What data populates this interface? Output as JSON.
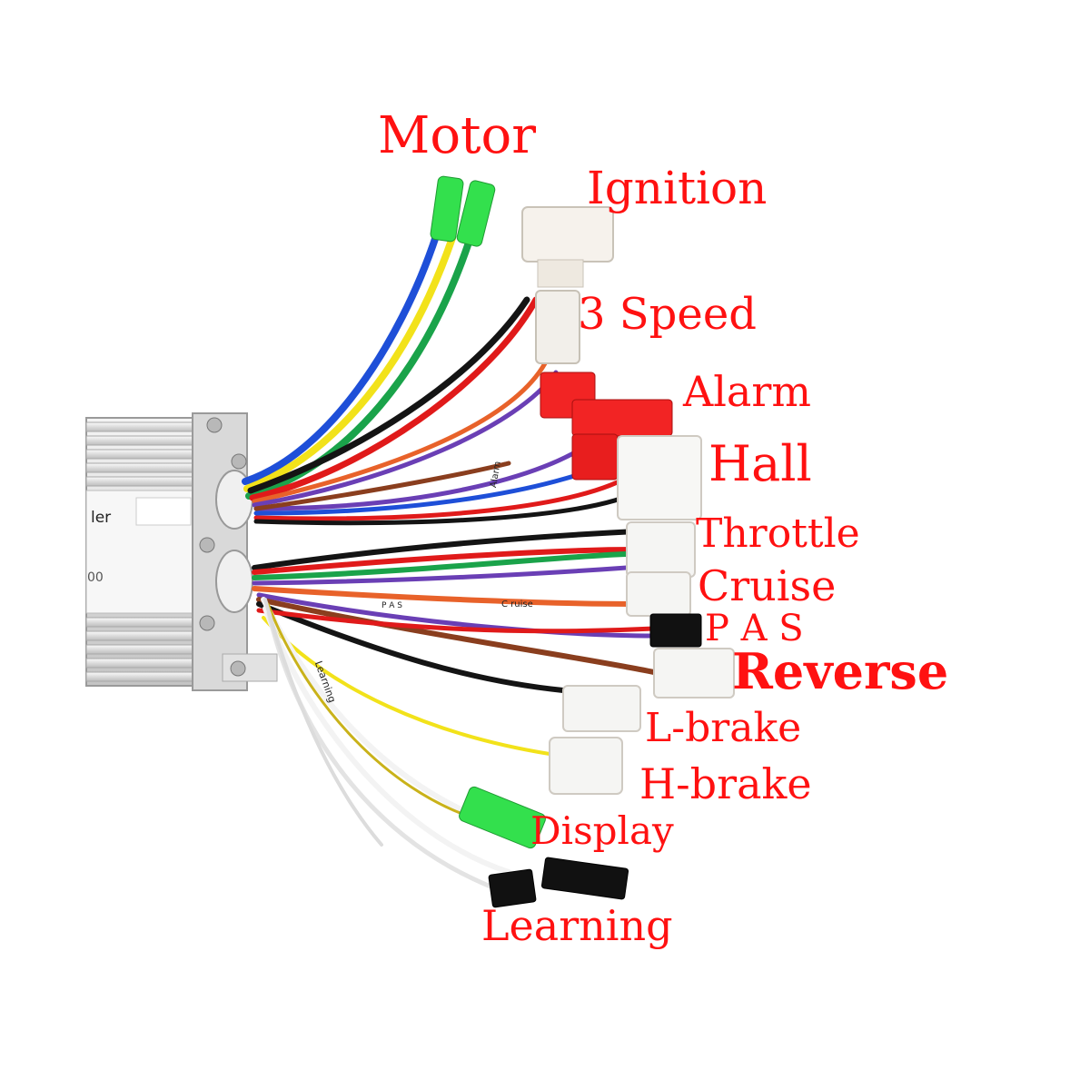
{
  "labels": {
    "motor": "Motor",
    "ignition": "Ignition",
    "speed3": "3 Speed",
    "alarm": "Alarm",
    "hall": "Hall",
    "throttle": "Throttle",
    "cruise": "Cruise",
    "pas": "P A S",
    "reverse": "Reverse",
    "lbrake": "L-brake",
    "hbrake": "H-brake",
    "display": "Display",
    "learning": "Learning"
  },
  "housing": {
    "label_text": "ler",
    "model_text": "00"
  },
  "wire_tags": {
    "alarm": "Alarm",
    "pas": "P A S",
    "cruise": "C ruise",
    "learning": "Learning"
  },
  "colors": {
    "label_red": "#ff1111",
    "wire_yellow": "#f2e21a",
    "wire_blue": "#1e4fd8",
    "wire_green": "#1aa34a",
    "wire_red": "#e01a1a",
    "wire_black": "#141414",
    "wire_purple": "#6a3fb5",
    "wire_orange": "#e8622a",
    "wire_brown": "#8a3e1e",
    "wire_white": "#f3f3f3",
    "connector_green": "#33e04d",
    "connector_red": "#f22424"
  }
}
